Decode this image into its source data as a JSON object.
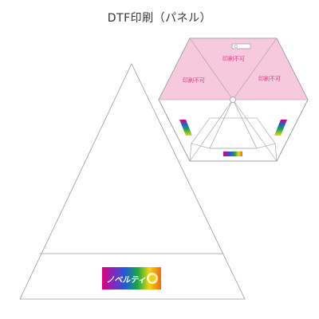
{
  "title": "DTF印刷（パネル）",
  "hexagon": {
    "no_print_labels": [
      "印刷不可",
      "印刷不可",
      "印刷不可"
    ]
  },
  "logo": {
    "text": "ノベルティ",
    "badge": ""
  },
  "colors": {
    "no_print_area": "#f6c9dd",
    "no_print_text": "#e4368a",
    "outline": "#9a9a9a"
  }
}
